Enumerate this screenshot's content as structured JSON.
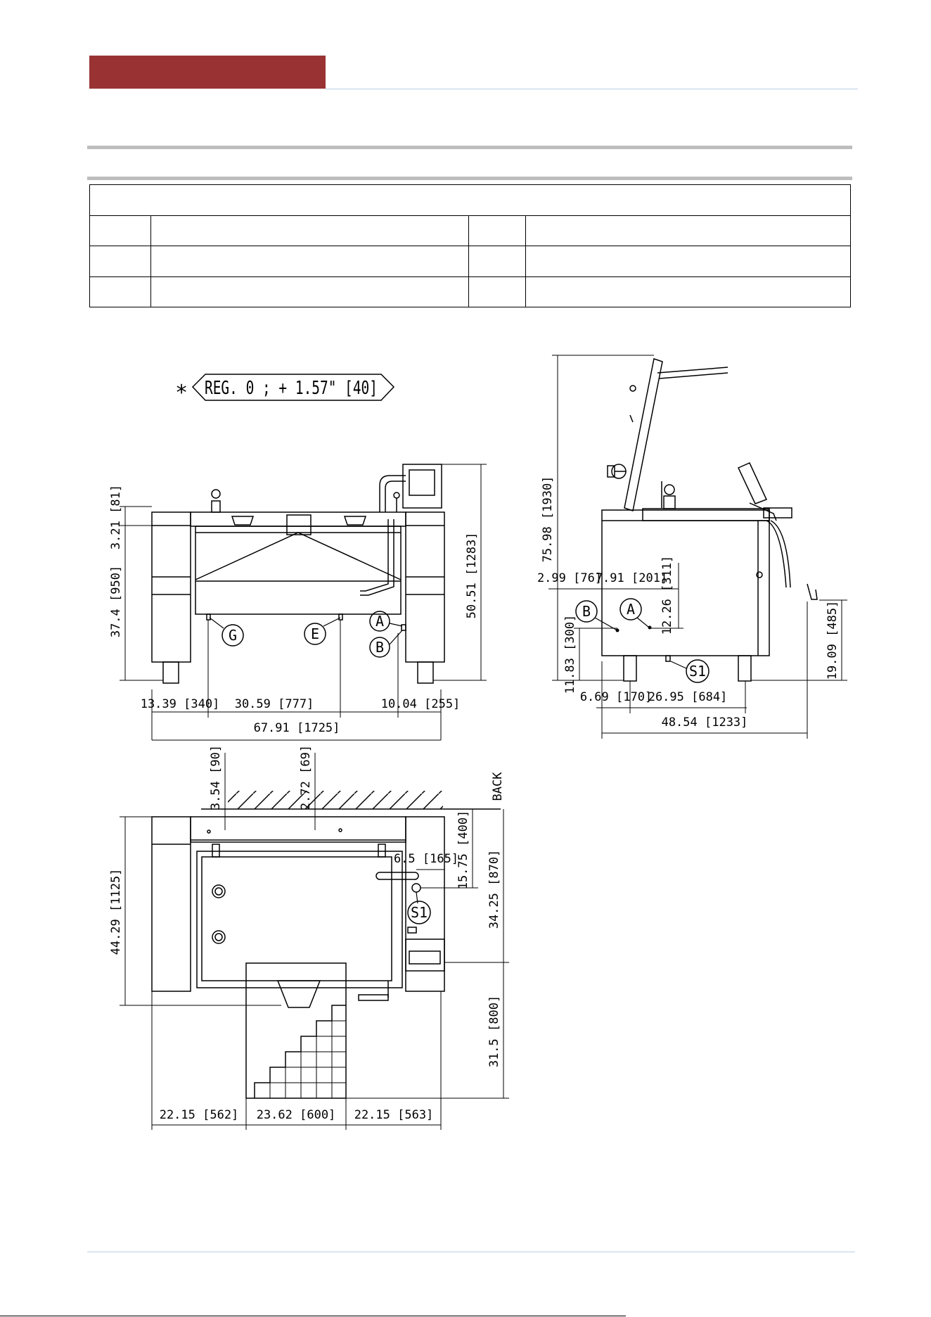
{
  "header": {
    "accent_color": "#993333",
    "line_color": "#b8cce4"
  },
  "spec_table": {
    "rows": [
      {
        "cells": [
          ""
        ]
      },
      {
        "cells": [
          "",
          "",
          "",
          ""
        ]
      },
      {
        "cells": [
          "",
          "",
          "",
          ""
        ]
      },
      {
        "cells": [
          "",
          "",
          "",
          ""
        ]
      }
    ]
  },
  "drawing": {
    "reg_note": "REG. 0 ; + 1.57\" [40]",
    "reg_symbol": "∗",
    "callouts": {
      "front_g": "G",
      "front_e": "E",
      "front_a": "A",
      "front_b": "B",
      "side_a": "A",
      "side_b": "B",
      "side_s1": "S1",
      "top_s1": "S1"
    },
    "front_view": {
      "d_81": "3.21 [81]",
      "d_950": "37.4 [950]",
      "d_1283": "50.51 [1283]",
      "d_340": "13.39 [340]",
      "d_777": "30.59 [777]",
      "d_255": "10.04 [255]",
      "d_1725": "67.91 [1725]"
    },
    "side_view": {
      "d_1930": "75.98 [1930]",
      "d_76": "2.99 [76]",
      "d_201": "7.91 [201]",
      "d_311": "12.26 [311]",
      "d_300": "11.83 [300]",
      "d_485": "19.09 [485]",
      "d_170": "6.69 [170]",
      "d_684": "26.95 [684]",
      "d_1233": "48.54 [1233]"
    },
    "top_view": {
      "d_90": "3.54 [90]",
      "d_69": "2.72 [69]",
      "back": "BACK",
      "d_400": "15.75 [400]",
      "d_165": "6.5 [165]",
      "d_870": "34.25 [870]",
      "d_1125": "44.29 [1125]",
      "d_800": "31.5 [800]",
      "d_562": "22.15 [562]",
      "d_600": "23.62 [600]",
      "d_563": "22.15 [563]"
    }
  }
}
